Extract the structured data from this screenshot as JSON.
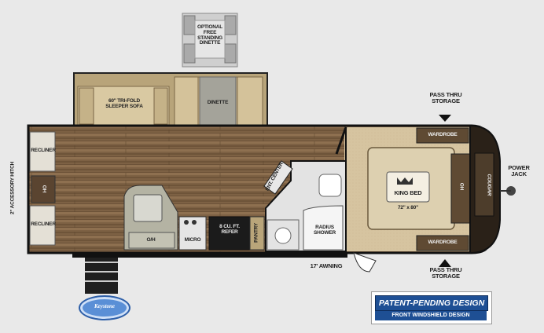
{
  "labels": {
    "optional_dinette": "OPTIONAL\nFREE\nSTANDING\nDINETTE",
    "sleeper_sofa": "60\" TRI-FOLD\nSLEEPER SOFA",
    "dinette": "DINETTE",
    "pass_thru_top": "PASS THRU\nSTORAGE",
    "pass_thru_bottom": "PASS THRU\nSTORAGE",
    "wardrobe_top": "WARDROBE",
    "wardrobe_bottom": "WARDROBE",
    "power_jack": "POWER\nJACK",
    "accessory_hitch": "2\" ACCESSORY HITCH",
    "recliner_top": "RECLINER",
    "recliner_bottom": "RECLINER",
    "oh_left": "OH",
    "oh_right": "OH",
    "ent_center": "ENT. CENTER",
    "king_bed": "KING BED",
    "bed_size": "72\" x 80\"",
    "radius_shower": "RADIUS\nSHOWER",
    "oh_kitchen": "O/H",
    "micro": "MICRO",
    "refer": "8 CU. FT.\nREFER",
    "pantry": "PANTRY",
    "awning": "17' AWNING",
    "patent_line1": "PATENT-PENDING DESIGN",
    "patent_line2": "FRONT WINDSHIELD DESIGN",
    "brand_cap": "COUGAR",
    "logo_text": "Keystone"
  },
  "colors": {
    "floor_dark": "#6b5238",
    "floor_light": "#9a7a55",
    "carpet": "#d8c7a6",
    "wall": "#1a1a1a",
    "slide": "#c9b78f",
    "badge_blue": "#1e4f94"
  }
}
